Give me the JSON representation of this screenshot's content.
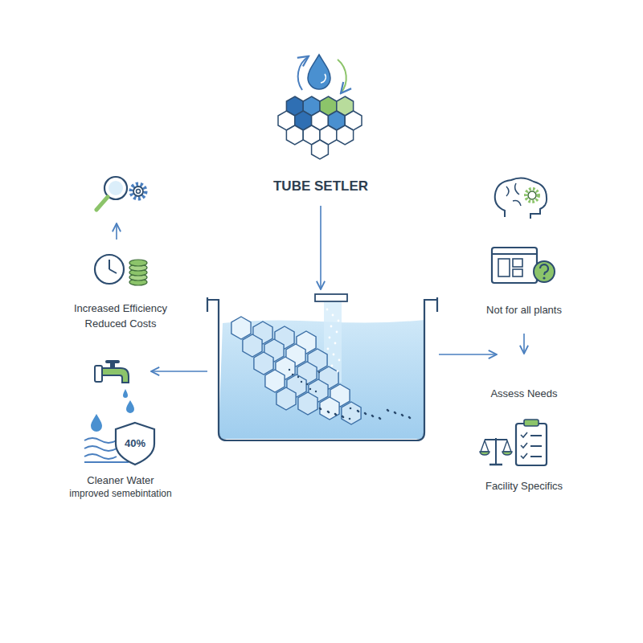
{
  "diagram": {
    "title": "TUBE SETLER",
    "labels": [
      "Increased Efficiency",
      "Reduced Costs",
      "40%",
      "Cleaner Water",
      "improved semebintation",
      "Not for all plants",
      "Assess Needs",
      "Facility Specifics"
    ]
  }
}
